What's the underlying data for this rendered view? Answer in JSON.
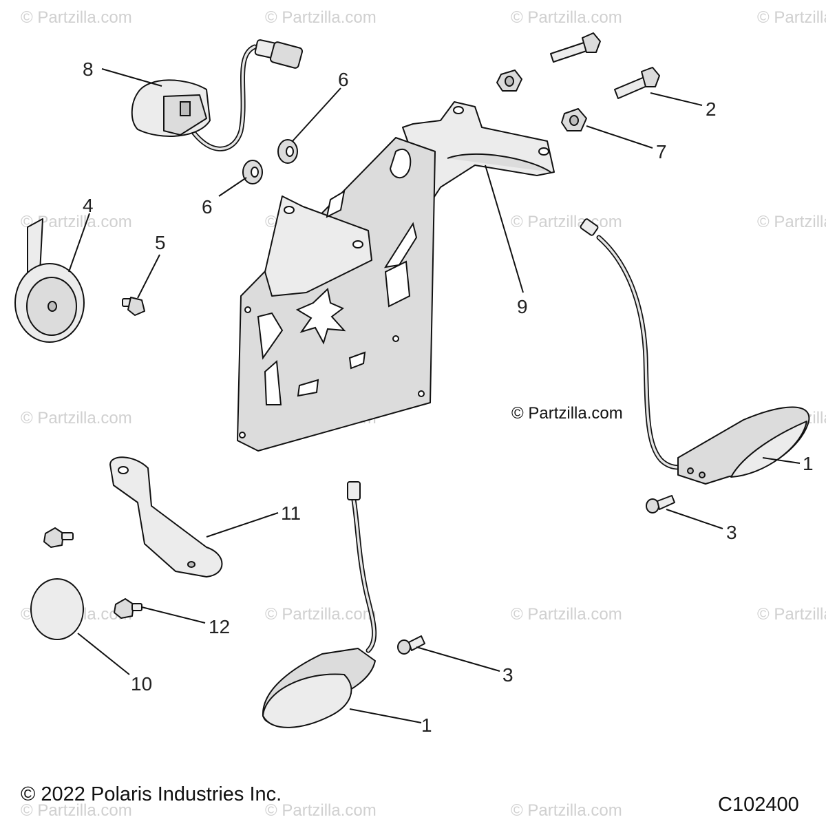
{
  "watermark": "© Partzilla.com",
  "center_watermark": "© Partzilla.com",
  "callouts": {
    "c1a": "1",
    "c1b": "1",
    "c2": "2",
    "c3a": "3",
    "c3b": "3",
    "c4": "4",
    "c5": "5",
    "c6a": "6",
    "c6b": "6",
    "c7": "7",
    "c8": "8",
    "c9": "9",
    "c10": "10",
    "c11": "11",
    "c12": "12"
  },
  "copyright": "© 2022 Polaris Industries Inc.",
  "drawing_code": "C102400"
}
